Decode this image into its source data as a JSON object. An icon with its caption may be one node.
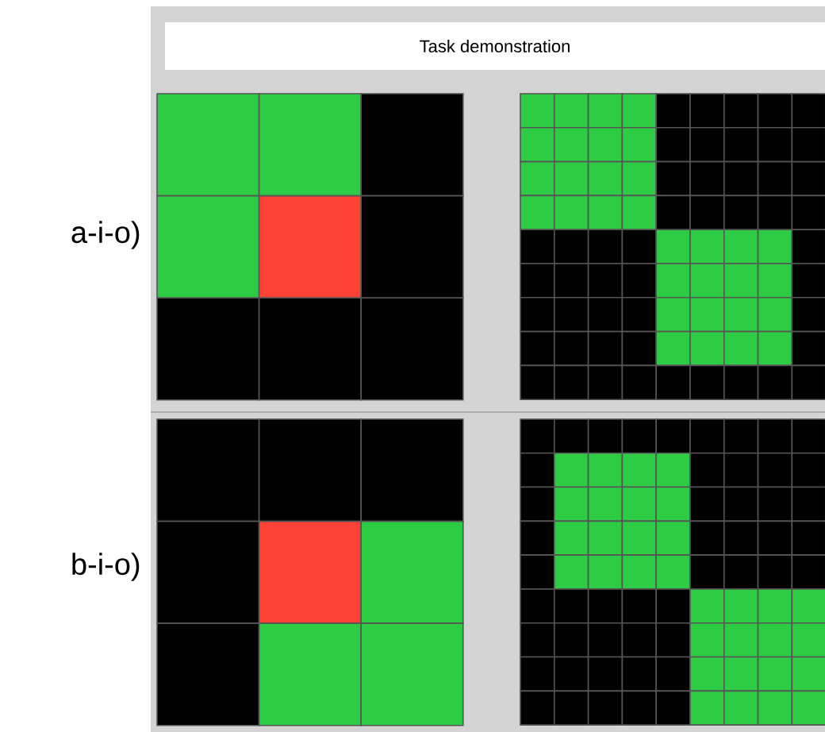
{
  "diagram": {
    "title": "Task demonstration",
    "labels": [
      "a-i-o)",
      "b-i-o)"
    ]
  }
}
